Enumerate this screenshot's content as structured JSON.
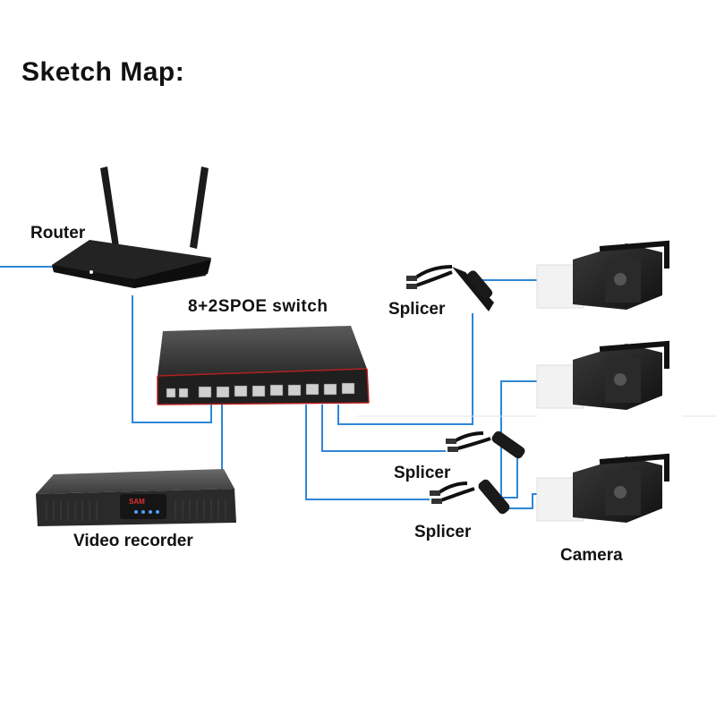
{
  "title": "Sketch Map:",
  "devices": {
    "router": "Router",
    "switch": "8+2SPOE switch",
    "video_recorder": "Video recorder",
    "camera": "Camera",
    "splicers": [
      "Splicer",
      "Splicer",
      "Splicer"
    ],
    "recorder_logo": "SAM"
  },
  "colors": {
    "cable": "#2f86d6",
    "device_body": "#2b2b2b",
    "switch_trim": "#b32020",
    "camera_body": "#1e1e1e"
  },
  "icons": [
    "router-icon",
    "poe-switch-icon",
    "splicer-icon",
    "camera-icon",
    "video-recorder-icon"
  ]
}
